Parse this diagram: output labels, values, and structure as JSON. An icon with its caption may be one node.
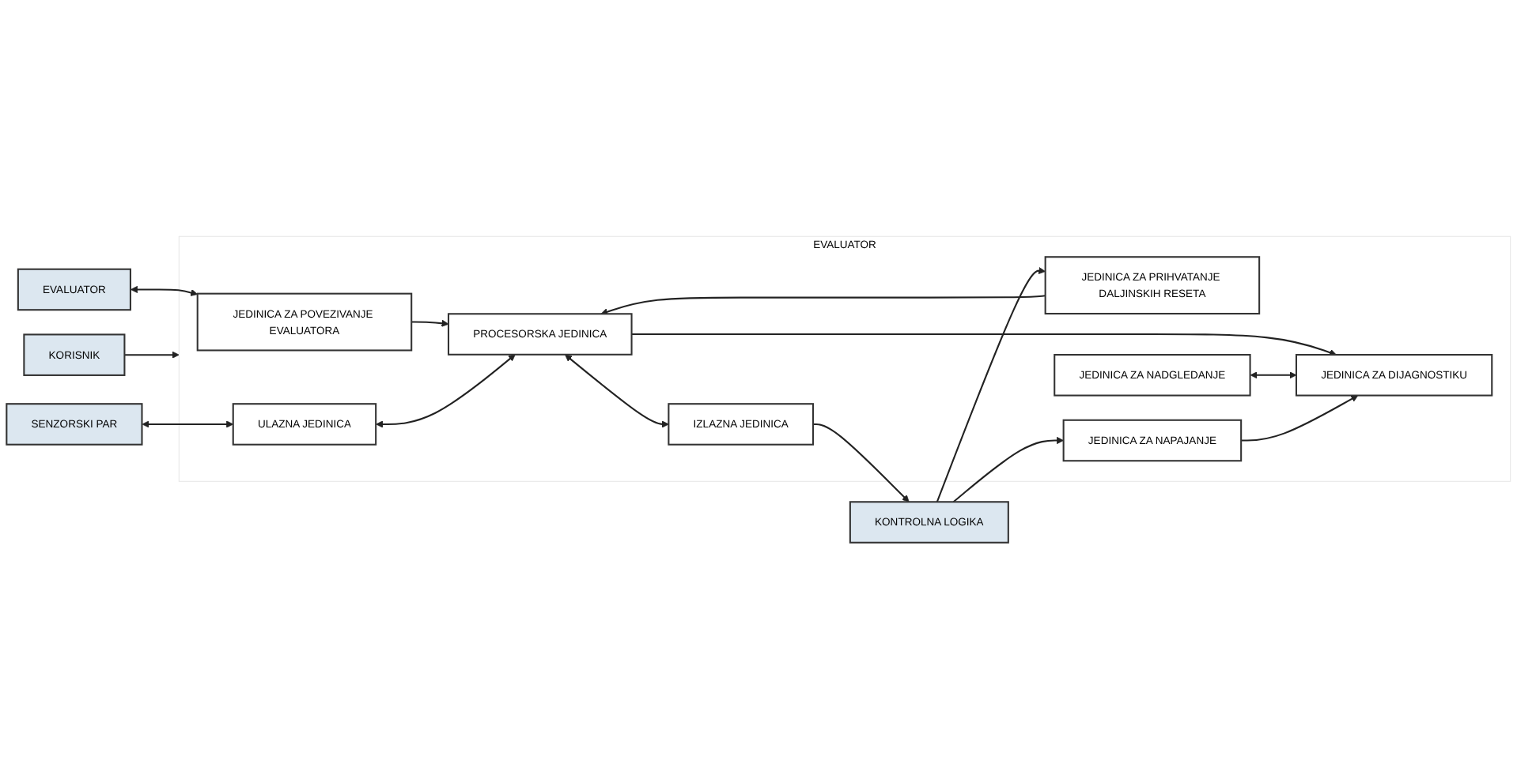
{
  "diagram": {
    "nodes": [
      {
        "text": [
          "EVALUATOR"
        ]
      },
      {
        "text": [
          "EVALUATOR"
        ]
      },
      {
        "text": [
          "JEDINICA ZA POVEZIVANJE EVALUATORA"
        ],
        "in": 1
      },
      {
        "text": [
          "JEDINICA ZA PRIHVATANJE DALJINSKIH RESETA"
        ],
        "in": 1
      },
      {
        "text": [
          "KONTROLNA LOGIKA"
        ]
      },
      {
        "text": [
          "SENZORSKI PAR"
        ]
      },
      {
        "text": [
          "ULAZNA JEDINICA"
        ],
        "in": 1
      },
      {
        "text": [
          "PROCESORSKA JEDINICA"
        ],
        "in": 1
      },
      {
        "text": [
          "IZLAZNA JEDINICA"
        ],
        "in": 1
      },
      {
        "text": [
          "JEDINICA ZA NADGLEDANJE"
        ],
        "in": 1
      },
      {
        "text": [
          "JEDINICA ZA DIJAGNOSTIKU"
        ],
        "in": 1
      },
      {
        "text": [
          "JEDINICA ZA NAPAJANJE"
        ],
        "in": 1
      },
      {
        "text": [
          "KORISNIK"
        ]
      }
    ],
    "edges": [
      {
        "from": 0,
        "to": 2,
        "arrow": "both"
      },
      {
        "from": 2,
        "to": 7,
        "arrow": "to"
      },
      {
        "from": 3,
        "to": 7,
        "arrow": "to"
      },
      {
        "from": 4,
        "to": 3,
        "arrow": "to"
      },
      {
        "from": 5,
        "to": 6,
        "arrow": "both"
      },
      {
        "from": 6,
        "to": 7,
        "arrow": "both"
      },
      {
        "from": 7,
        "to": 8,
        "arrow": "both"
      },
      {
        "from": 8,
        "to": 4,
        "arrow": "to"
      },
      {
        "from": 7,
        "to": 10,
        "arrow": "to"
      },
      {
        "from": 9,
        "to": 10,
        "arrow": "both"
      },
      {
        "from": 11,
        "to": 10,
        "arrow": "to"
      },
      {
        "from": 4,
        "to": 11,
        "arrow": "to"
      },
      {
        "from": 12,
        "to": 1,
        "arrow": "to"
      }
    ]
  }
}
